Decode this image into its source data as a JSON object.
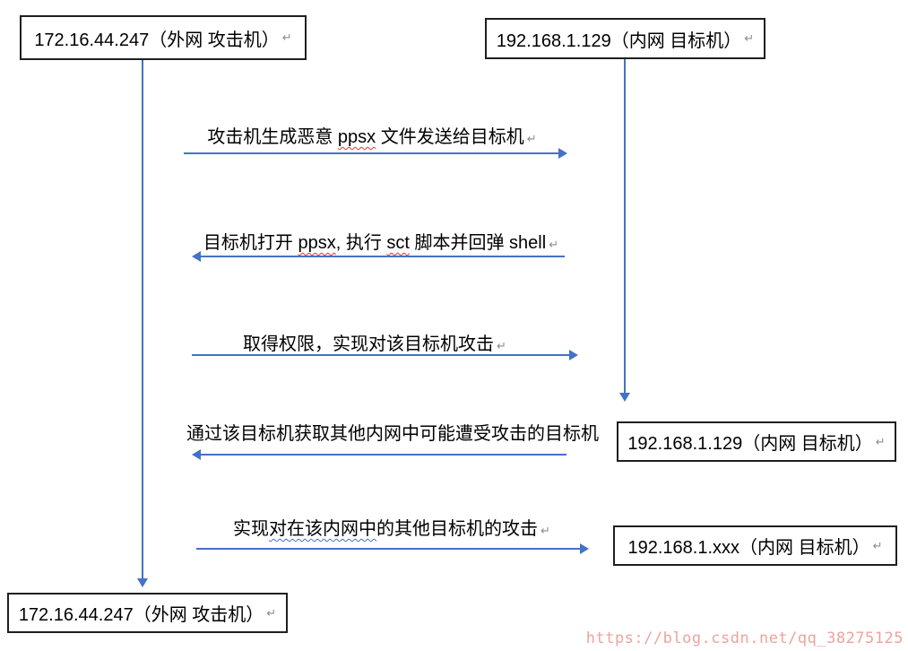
{
  "colors": {
    "arrow": "#4472c4",
    "box_border": "#1f1f1f",
    "text": "#000000",
    "wavy_red": "#f03030",
    "wavy_blue": "#4472c4",
    "mark": "#8c8c8c",
    "watermark": "#eba49d"
  },
  "actors": {
    "attacker_top": {
      "label": "172.16.44.247（外网 攻击机）",
      "mark": "↵"
    },
    "target_top": {
      "label": "192.168.1.129（内网 目标机）",
      "mark": "↵"
    },
    "target_mid": {
      "label": "192.168.1.129（内网 目标机）",
      "mark": "↵"
    },
    "target_other": {
      "label": "192.168.1.xxx（内网 目标机）",
      "mark": "↵"
    },
    "attacker_bottom": {
      "label": "172.16.44.247（外网 攻击机）",
      "mark": "↵"
    }
  },
  "messages": [
    {
      "direction": "right",
      "pre": "攻击机生成恶意 ",
      "wavy": "ppsx",
      "post": " 文件发送给目标机",
      "mark": "↵"
    },
    {
      "direction": "left",
      "pre": "目标机打开 ",
      "wavy": "ppsx",
      "mid": ", 执行 ",
      "wavy2": "sct",
      "post": " 脚本并回弹 shell",
      "mark": "↵"
    },
    {
      "direction": "right",
      "text": "取得权限，实现对该目标机攻击",
      "mark": "↵"
    },
    {
      "direction": "left",
      "text": "通过该目标机获取其他内网中可能遭受攻击的目标机"
    },
    {
      "direction": "right",
      "pre": "实现",
      "wavy": "对在该内网中",
      "post": "的其他目标机的攻击",
      "mark": "↵"
    }
  ],
  "watermark": "https://blog.csdn.net/qq_38275125"
}
